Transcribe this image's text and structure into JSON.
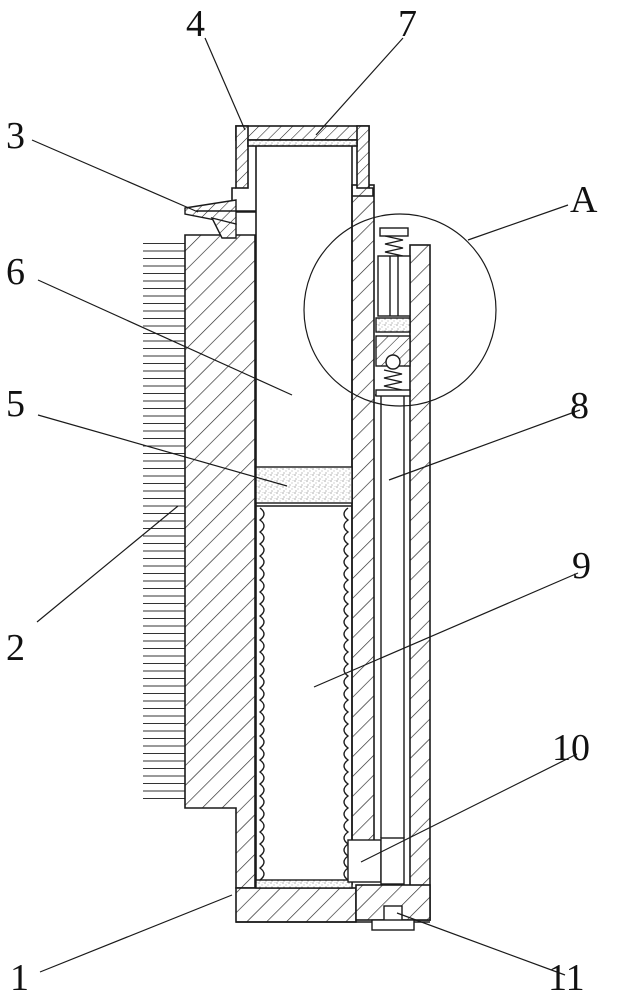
{
  "labels": {
    "l1": "1",
    "l2": "2",
    "l3": "3",
    "l4": "4",
    "l5": "5",
    "l6": "6",
    "l7": "7",
    "l8": "8",
    "l9": "9",
    "l10": "10",
    "l11": "11",
    "lA": "A"
  },
  "colors": {
    "line": "#1a1a1a",
    "hatch": "#222222",
    "filter": "#9a9a9a",
    "background": "#ffffff"
  }
}
